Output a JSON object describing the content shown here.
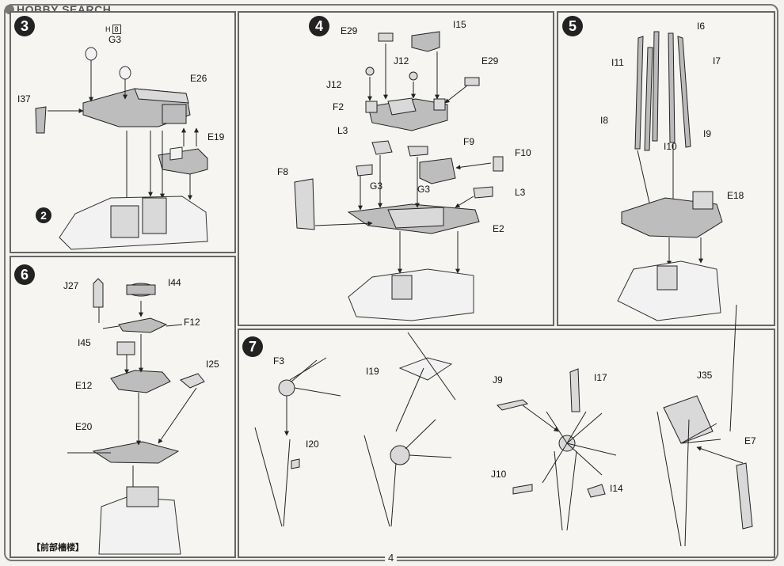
{
  "header": {
    "logo_text": "HOBBY SEARCH"
  },
  "footer": {
    "page_number": "4",
    "note": "【前部檣楼】"
  },
  "steps": [
    {
      "number": "3",
      "labels": {
        "g3_box_prefix": "H",
        "g3_box_num": "8",
        "g3": "G3",
        "e26": "E26",
        "i37": "I37",
        "e19": "E19",
        "ref": "2"
      }
    },
    {
      "number": "4",
      "labels": {
        "e29a": "E29",
        "i15": "I15",
        "j12a": "J12",
        "e29b": "E29",
        "j12b": "J12",
        "f2": "F2",
        "l3a": "L3",
        "f9": "F9",
        "f10": "F10",
        "f8": "F8",
        "g3a": "G3",
        "g3b": "G3",
        "l3b": "L3",
        "e2": "E2"
      }
    },
    {
      "number": "5",
      "labels": {
        "i6": "I6",
        "i11": "I11",
        "i7": "I7",
        "i8": "I8",
        "i10": "I10",
        "i9": "I9",
        "e18": "E18"
      }
    },
    {
      "number": "6",
      "labels": {
        "j27": "J27",
        "i44": "I44",
        "f12": "F12",
        "i45": "I45",
        "e12": "E12",
        "i25": "I25",
        "e20": "E20"
      }
    },
    {
      "number": "7",
      "labels": {
        "f3": "F3",
        "i19": "I19",
        "j9": "J9",
        "i17": "I17",
        "i20": "I20",
        "j35": "J35",
        "j10": "J10",
        "i14": "I14",
        "e7": "E7"
      }
    }
  ]
}
